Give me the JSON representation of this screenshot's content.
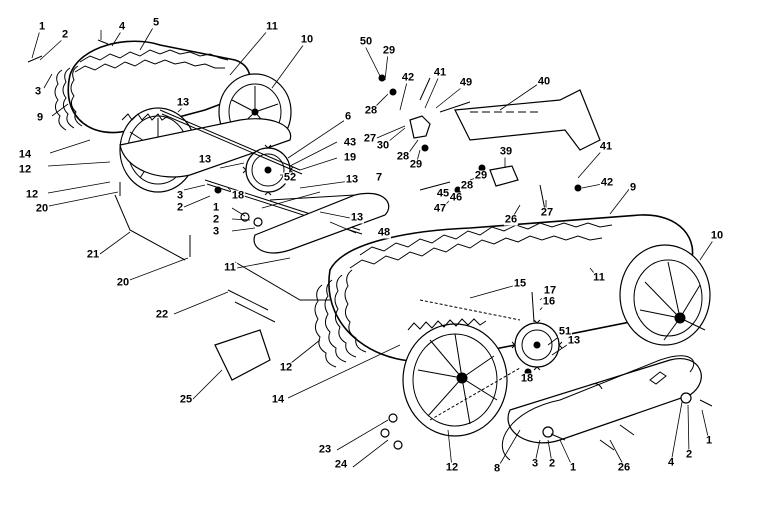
{
  "diagram": {
    "callouts": [
      "1",
      "2",
      "3",
      "4",
      "5",
      "9",
      "14",
      "12",
      "12",
      "20",
      "21",
      "20",
      "13",
      "11",
      "10",
      "6",
      "43",
      "19",
      "52",
      "13",
      "7",
      "13",
      "48",
      "13",
      "3",
      "2",
      "18",
      "1",
      "2",
      "3",
      "50",
      "29",
      "42",
      "41",
      "49",
      "40",
      "28",
      "27",
      "30",
      "28",
      "29",
      "39",
      "41",
      "42",
      "29",
      "28",
      "45",
      "46",
      "47",
      "26",
      "27",
      "9",
      "10",
      "11",
      "15",
      "17",
      "16",
      "51",
      "13",
      "18",
      "22",
      "25",
      "12",
      "14",
      "23",
      "24",
      "12",
      "8",
      "3",
      "2",
      "1",
      "26",
      "4",
      "2",
      "1",
      "11"
    ]
  }
}
